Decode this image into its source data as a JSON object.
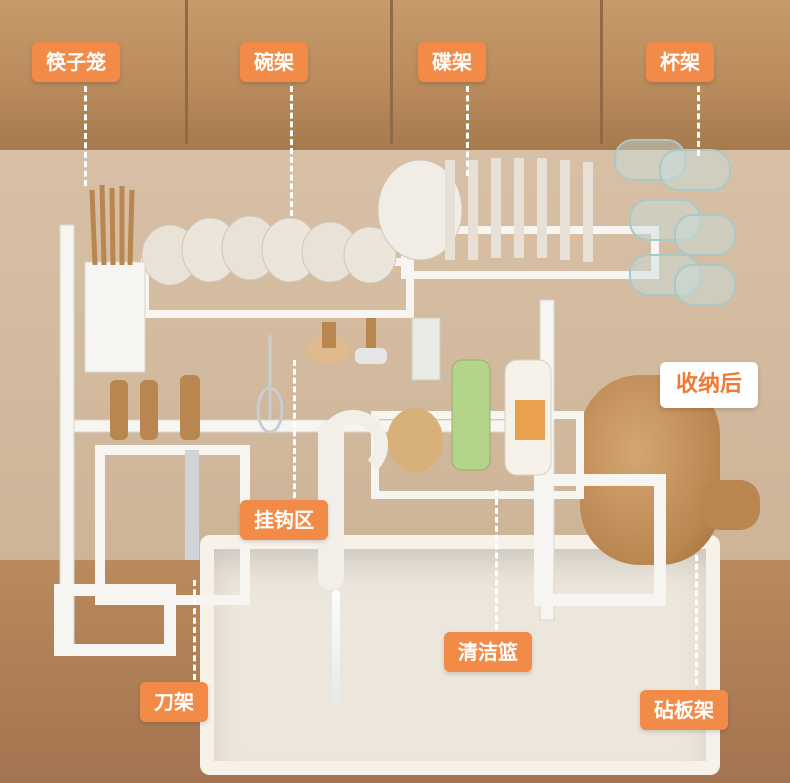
{
  "labels": {
    "chopstick_holder": "筷子笼",
    "bowl_rack": "碗架",
    "plate_rack": "碟架",
    "cup_rack": "杯架",
    "storage_after": "收纳后",
    "hook_area": "挂钩区",
    "cleaning_basket": "清洁篮",
    "knife_rack": "刀架",
    "cutting_board_rack": "砧板架"
  },
  "colors": {
    "label_bg": "#f28a48",
    "label_text": "#ffffff",
    "highlight_text": "#f07a35"
  }
}
